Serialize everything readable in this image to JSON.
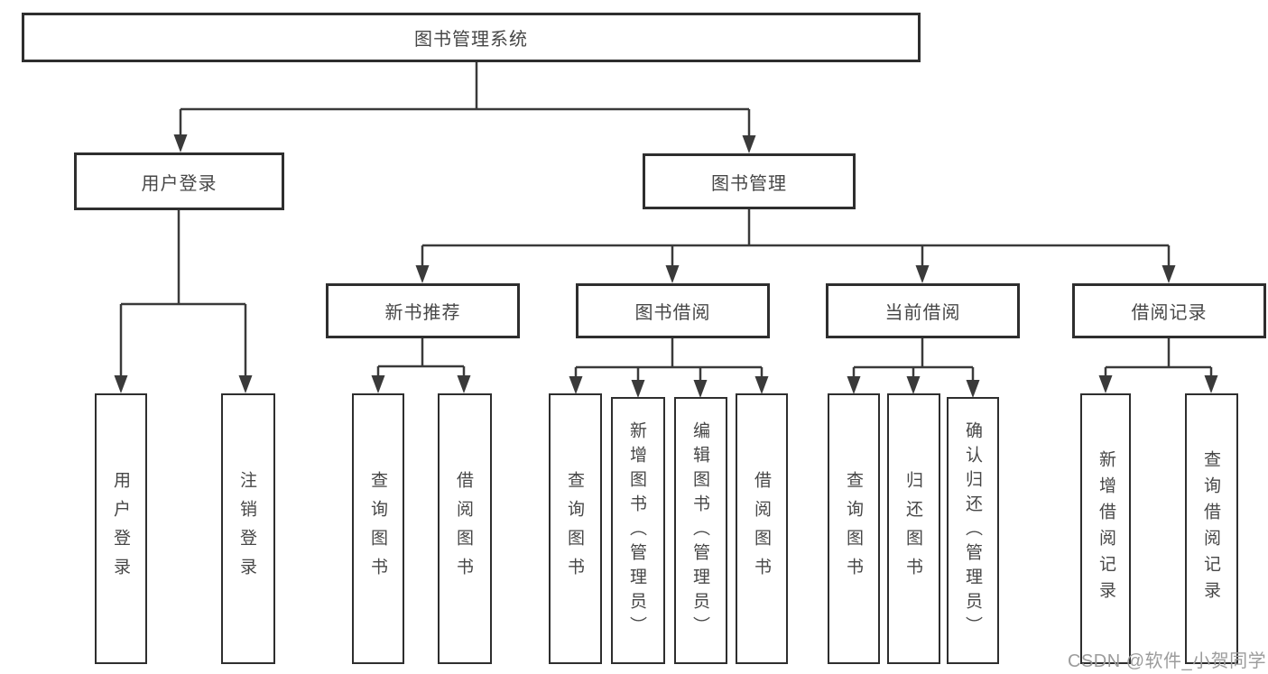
{
  "diagram": {
    "type": "hierarchy-tree",
    "colors": {
      "line": "#3a3a3a",
      "border": "#2e2e2e",
      "text": "#474747",
      "background": "#ffffff",
      "watermark": "#9c9c9c"
    },
    "root": {
      "label": "图书管理系统"
    },
    "level1": [
      {
        "label": "用户登录"
      },
      {
        "label": "图书管理"
      }
    ],
    "level2": [
      {
        "label": "新书推荐",
        "parent": "图书管理"
      },
      {
        "label": "图书借阅",
        "parent": "图书管理"
      },
      {
        "label": "当前借阅",
        "parent": "图书管理"
      },
      {
        "label": "借阅记录",
        "parent": "图书管理"
      }
    ],
    "leaves": [
      {
        "label": "用户登录",
        "parent": "用户登录"
      },
      {
        "label": "注销登录",
        "parent": "用户登录"
      },
      {
        "label": "查询图书",
        "parent": "新书推荐"
      },
      {
        "label": "借阅图书",
        "parent": "新书推荐"
      },
      {
        "label": "查询图书",
        "parent": "图书借阅"
      },
      {
        "label": "新增图书（管理员）",
        "parent": "图书借阅"
      },
      {
        "label": "编辑图书（管理员）",
        "parent": "图书借阅"
      },
      {
        "label": "借阅图书",
        "parent": "图书借阅"
      },
      {
        "label": "查询图书",
        "parent": "当前借阅"
      },
      {
        "label": "归还图书",
        "parent": "当前借阅"
      },
      {
        "label": "确认归还（管理员）",
        "parent": "当前借阅"
      },
      {
        "label": "新增借阅记录",
        "parent": "借阅记录"
      },
      {
        "label": "查询借阅记录",
        "parent": "借阅记录"
      }
    ]
  },
  "watermark": {
    "text": "CSDN @软件_小贺同学"
  }
}
